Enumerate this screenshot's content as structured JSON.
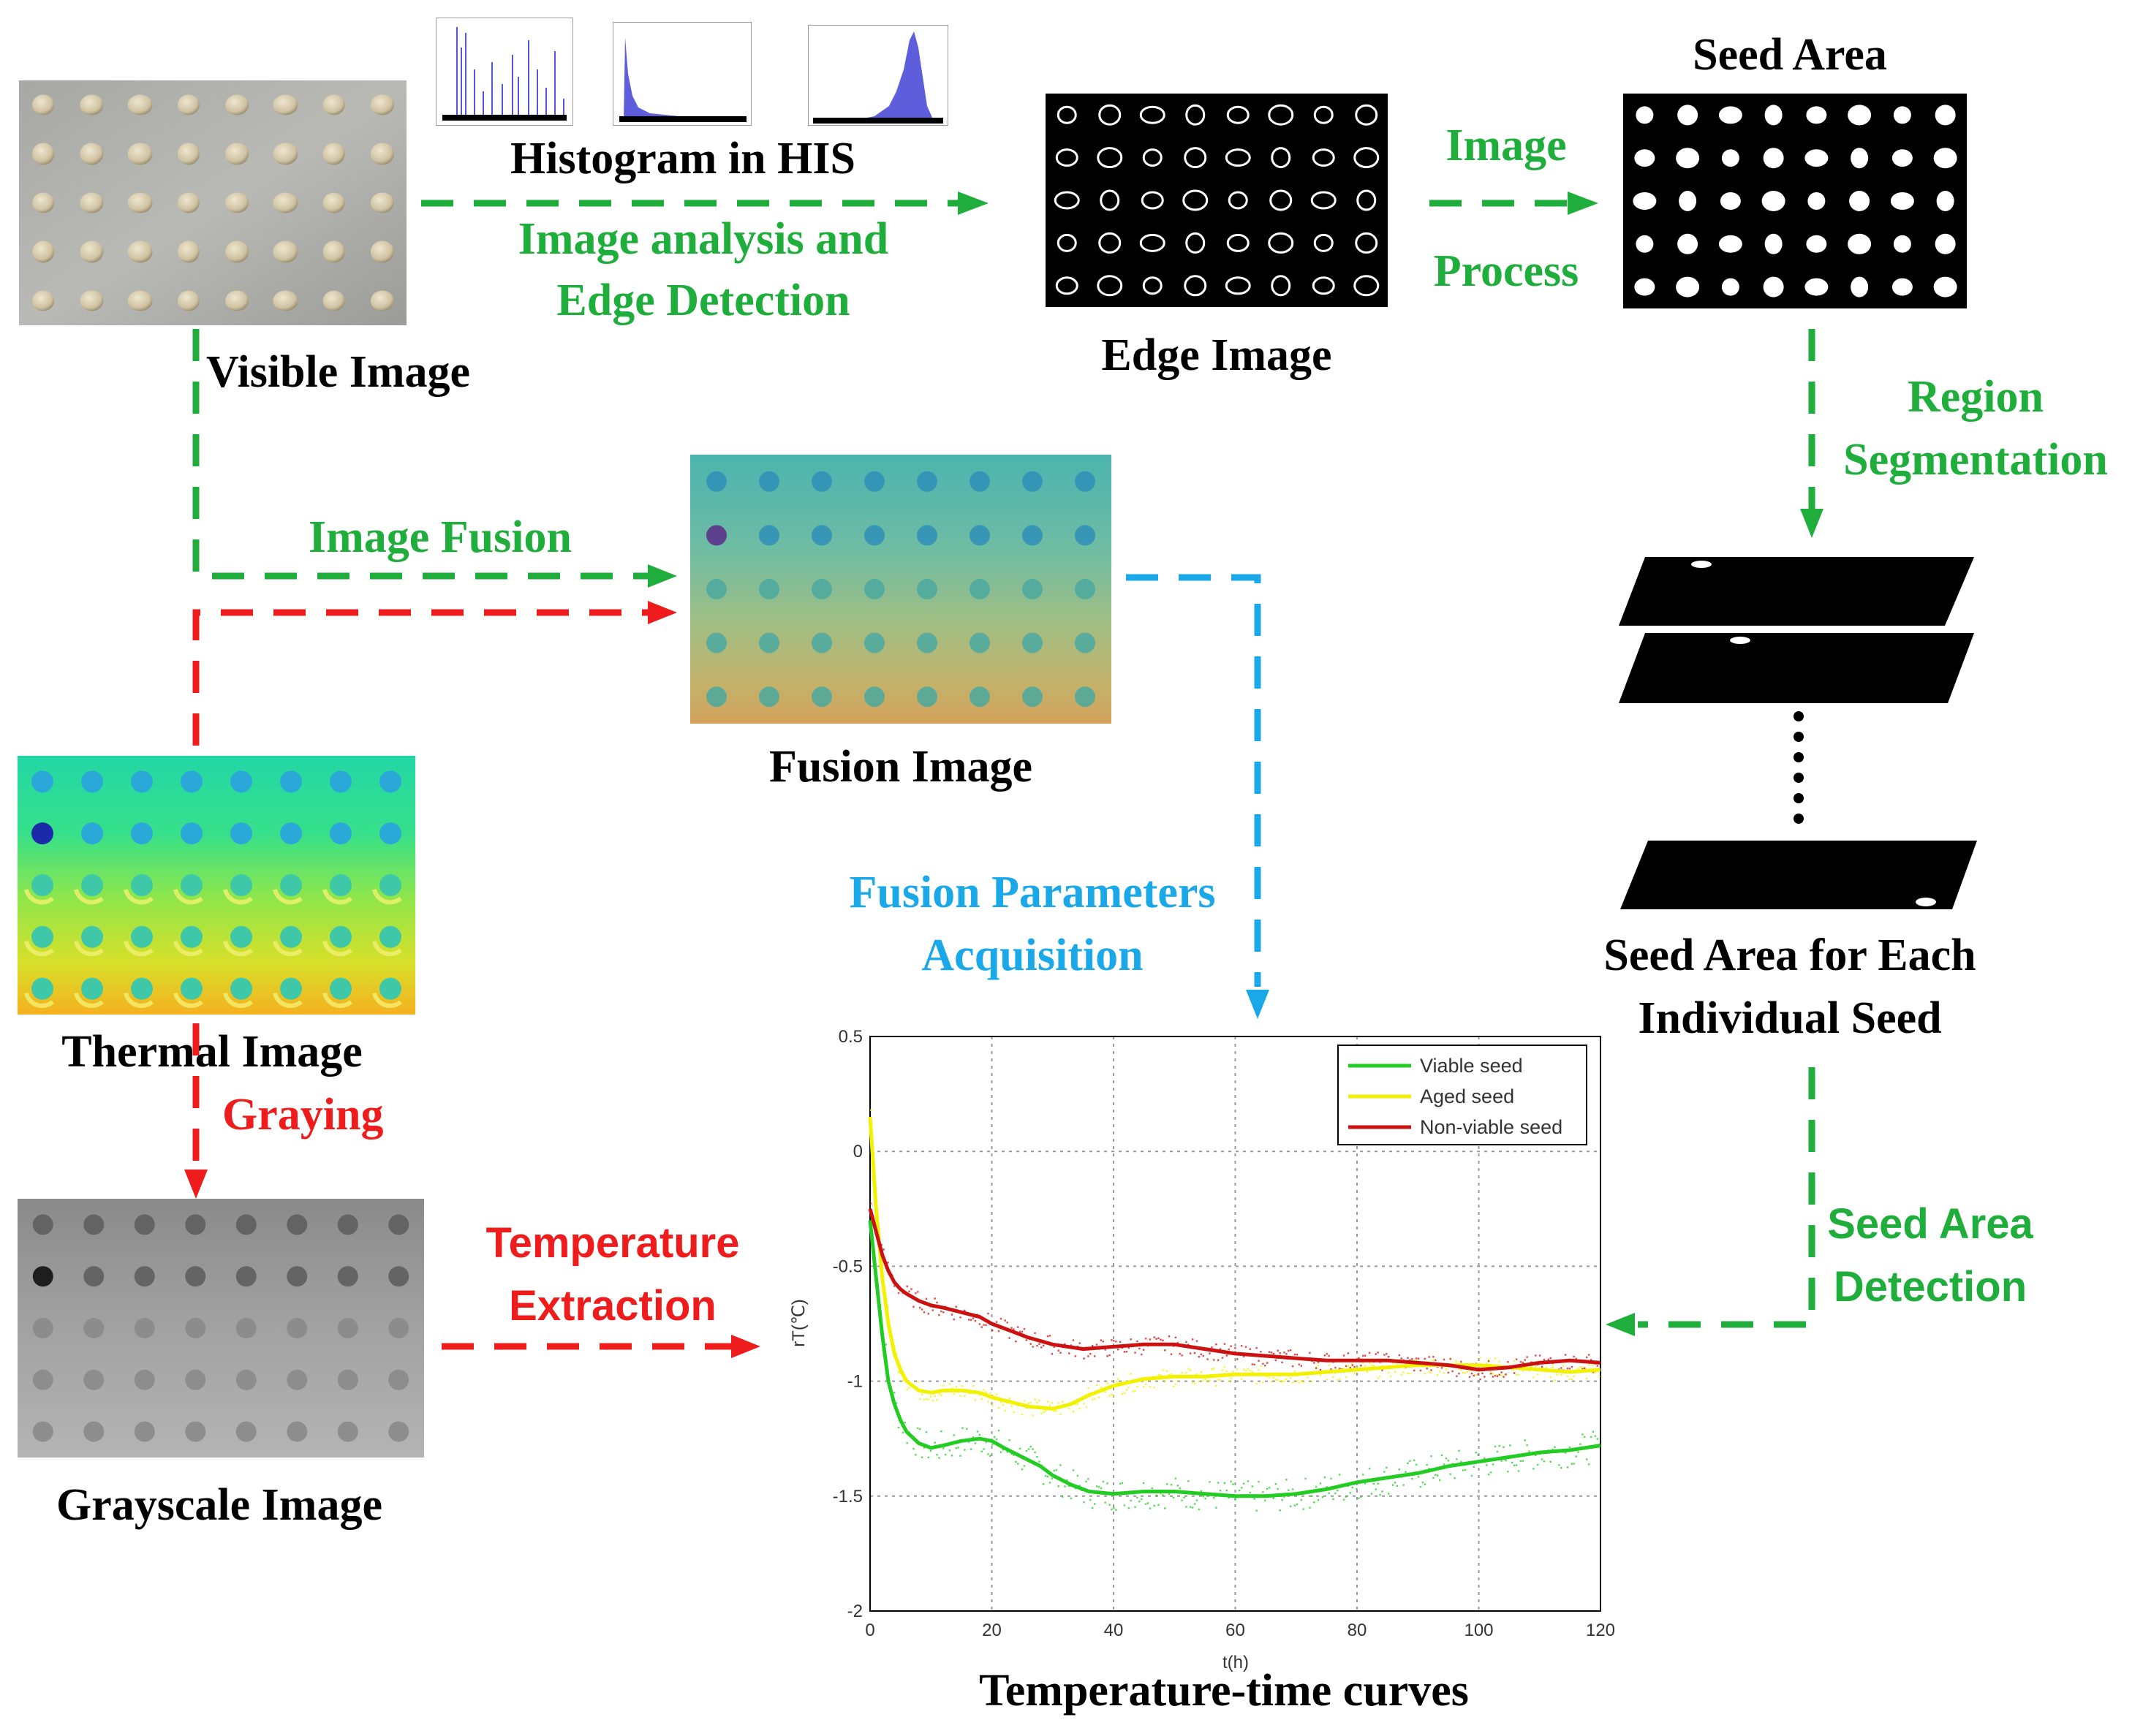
{
  "labels": {
    "visible_image": "Visible Image",
    "histogram": "Histogram in HIS",
    "image_analysis_line1": "Image analysis and",
    "image_analysis_line2": "Edge Detection",
    "edge_image": "Edge Image",
    "image_process_line1": "Image",
    "image_process_line2": "Process",
    "seed_area": "Seed Area",
    "region_line1": "Region",
    "region_line2": "Segmentation",
    "image_fusion": "Image Fusion",
    "fusion_image": "Fusion Image",
    "thermal_image": "Thermal Image",
    "graying": "Graying",
    "grayscale_image": "Grayscale Image",
    "temperature_line1": "Temperature",
    "temperature_line2": "Extraction",
    "fusion_params_line1": "Fusion Parameters",
    "fusion_params_line2": "Acquisition",
    "seed_each_line1": "Seed Area for Each",
    "seed_each_line2": "Individual Seed",
    "seed_detect_line1": "Seed Area",
    "seed_detect_line2": "Detection",
    "curves_caption": "Temperature-time curves"
  },
  "colors": {
    "green_flow": "#1fae3c",
    "red_flow": "#ee1c1c",
    "blue_flow": "#1ba8e8",
    "viable": "#22cc22",
    "aged": "#f2f200",
    "nonviable": "#cc1111"
  },
  "chart_data": {
    "type": "line",
    "xlabel": "t(h)",
    "ylabel": "rT(℃)",
    "xlim": [
      0,
      120
    ],
    "ylim": [
      -2,
      0.5
    ],
    "xticks": [
      "0",
      "20",
      "40",
      "60",
      "80",
      "100",
      "120"
    ],
    "yticks": [
      "0.5",
      "0",
      "-0.5",
      "-1",
      "-1.5",
      "-2"
    ],
    "grid": true,
    "legend": "top-right",
    "series": [
      {
        "name": "Viable seed",
        "x": [
          0,
          1,
          2,
          3,
          4,
          5,
          6,
          8,
          10,
          12,
          15,
          18,
          20,
          22,
          25,
          28,
          30,
          33,
          36,
          40,
          45,
          50,
          55,
          60,
          65,
          70,
          75,
          80,
          85,
          90,
          95,
          100,
          105,
          110,
          115,
          120
        ],
        "values": [
          -0.3,
          -0.55,
          -0.8,
          -1.0,
          -1.1,
          -1.17,
          -1.22,
          -1.27,
          -1.29,
          -1.28,
          -1.26,
          -1.25,
          -1.26,
          -1.29,
          -1.33,
          -1.37,
          -1.41,
          -1.45,
          -1.48,
          -1.49,
          -1.48,
          -1.48,
          -1.49,
          -1.5,
          -1.5,
          -1.49,
          -1.47,
          -1.44,
          -1.42,
          -1.4,
          -1.37,
          -1.35,
          -1.33,
          -1.31,
          -1.3,
          -1.28
        ]
      },
      {
        "name": "Aged seed",
        "x": [
          0,
          1,
          2,
          3,
          4,
          5,
          6,
          8,
          10,
          12,
          15,
          18,
          20,
          23,
          26,
          30,
          33,
          36,
          40,
          45,
          50,
          55,
          60,
          65,
          70,
          75,
          80,
          85,
          90,
          95,
          100,
          105,
          110,
          115,
          120
        ],
        "values": [
          0.15,
          -0.25,
          -0.55,
          -0.75,
          -0.88,
          -0.95,
          -1.0,
          -1.04,
          -1.05,
          -1.04,
          -1.04,
          -1.05,
          -1.07,
          -1.09,
          -1.11,
          -1.12,
          -1.1,
          -1.06,
          -1.02,
          -0.99,
          -0.98,
          -0.98,
          -0.97,
          -0.97,
          -0.97,
          -0.96,
          -0.95,
          -0.94,
          -0.93,
          -0.93,
          -0.93,
          -0.94,
          -0.95,
          -0.96,
          -0.95
        ]
      },
      {
        "name": "Non-viable seed",
        "x": [
          0,
          1,
          2,
          3,
          4,
          5,
          6,
          8,
          10,
          12,
          15,
          18,
          20,
          23,
          26,
          30,
          35,
          40,
          45,
          50,
          55,
          60,
          65,
          70,
          75,
          80,
          85,
          90,
          95,
          100,
          105,
          110,
          115,
          120
        ],
        "values": [
          -0.25,
          -0.35,
          -0.45,
          -0.52,
          -0.57,
          -0.6,
          -0.62,
          -0.65,
          -0.67,
          -0.68,
          -0.7,
          -0.72,
          -0.75,
          -0.78,
          -0.81,
          -0.84,
          -0.86,
          -0.85,
          -0.84,
          -0.84,
          -0.86,
          -0.88,
          -0.89,
          -0.9,
          -0.91,
          -0.91,
          -0.91,
          -0.92,
          -0.93,
          -0.95,
          -0.94,
          -0.92,
          -0.91,
          -0.92
        ]
      }
    ]
  }
}
